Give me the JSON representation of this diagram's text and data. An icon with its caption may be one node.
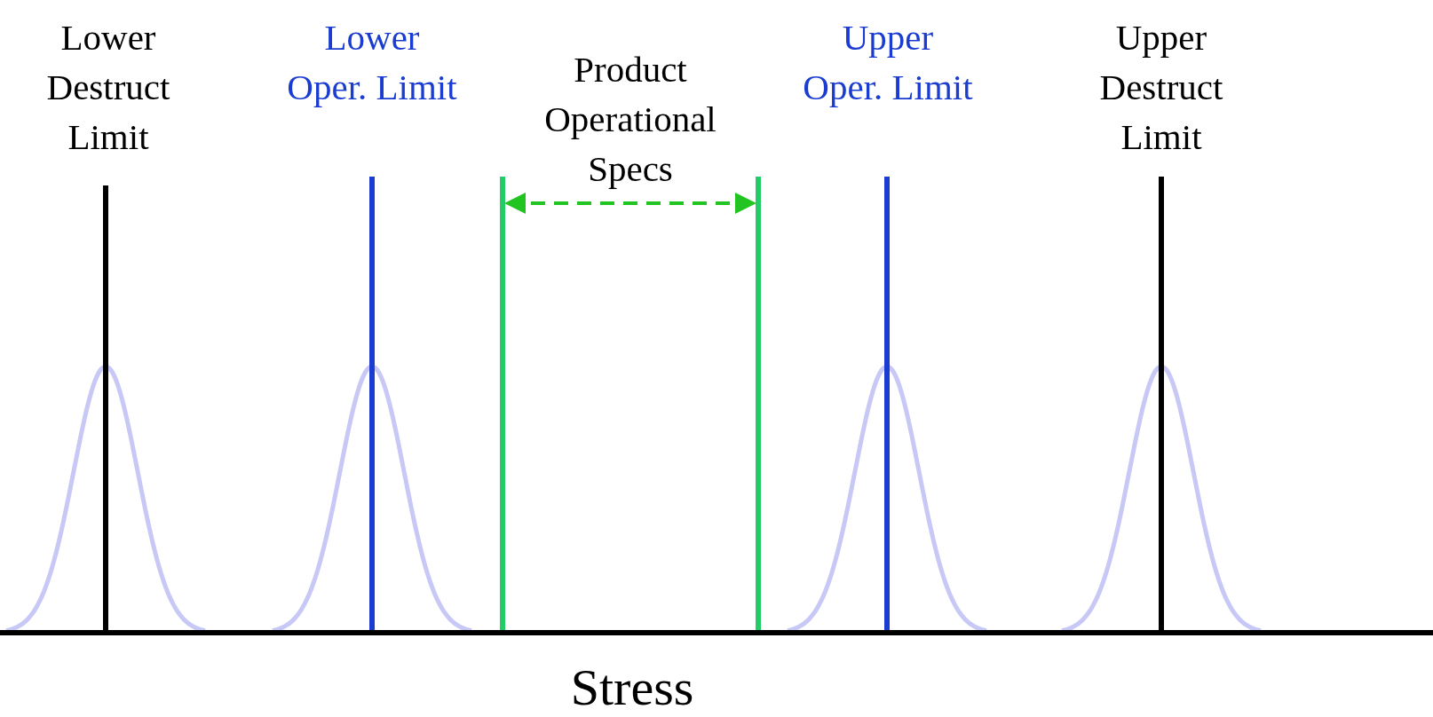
{
  "diagram": {
    "labels": [
      "Lower Destruct Limit",
      "Lower Oper. Limit",
      "Product Operational Specs",
      "Upper Oper. Limit",
      "Upper Destruct Limit",
      "Stress"
    ]
  }
}
